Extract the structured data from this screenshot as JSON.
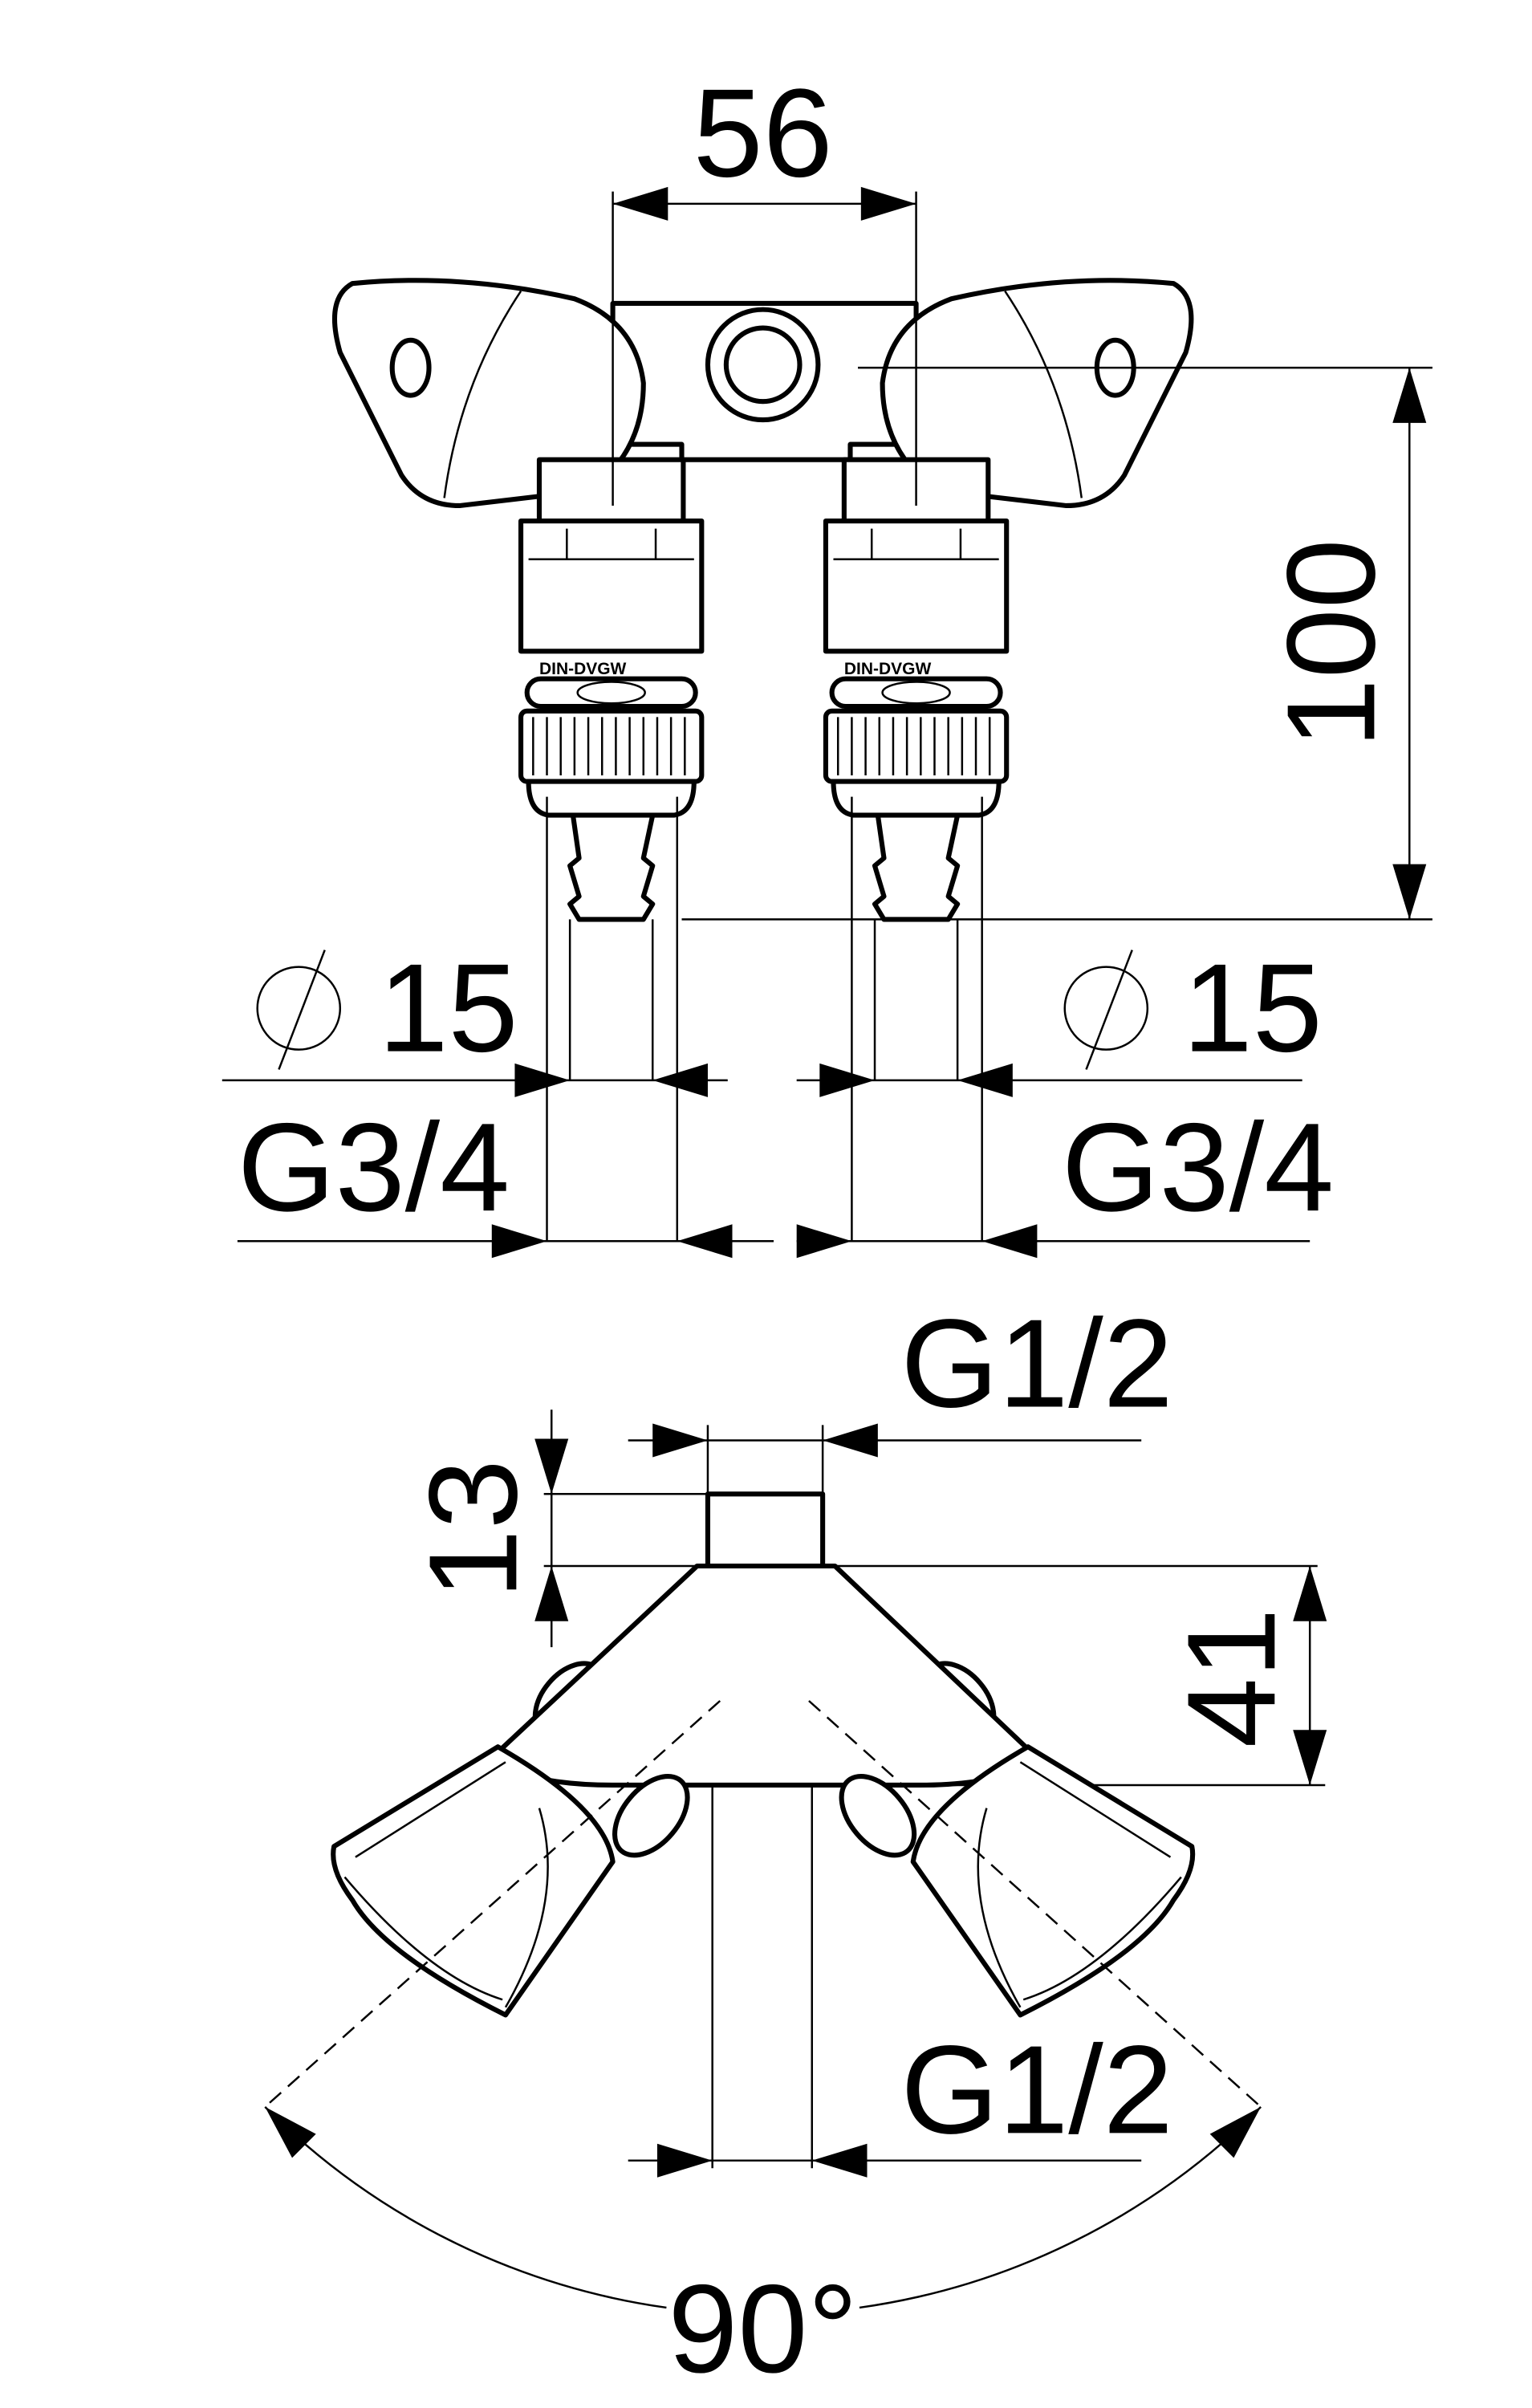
{
  "drawing": {
    "top_view": {
      "center_distance": "56",
      "height": "100",
      "hose_diameter_left": "15",
      "hose_diameter_right": "15",
      "diameter_symbol": "diameter-icon",
      "thread_left": "G3/4",
      "thread_right": "G3/4",
      "fitting_marking": "DIN-DVGW"
    },
    "side_view": {
      "inlet_thread": "G1/2",
      "inlet_length": "13",
      "body_depth": "41",
      "outlet_thread": "G1/2",
      "angle": "90°"
    },
    "line_color": "#000000",
    "background": "#ffffff"
  }
}
